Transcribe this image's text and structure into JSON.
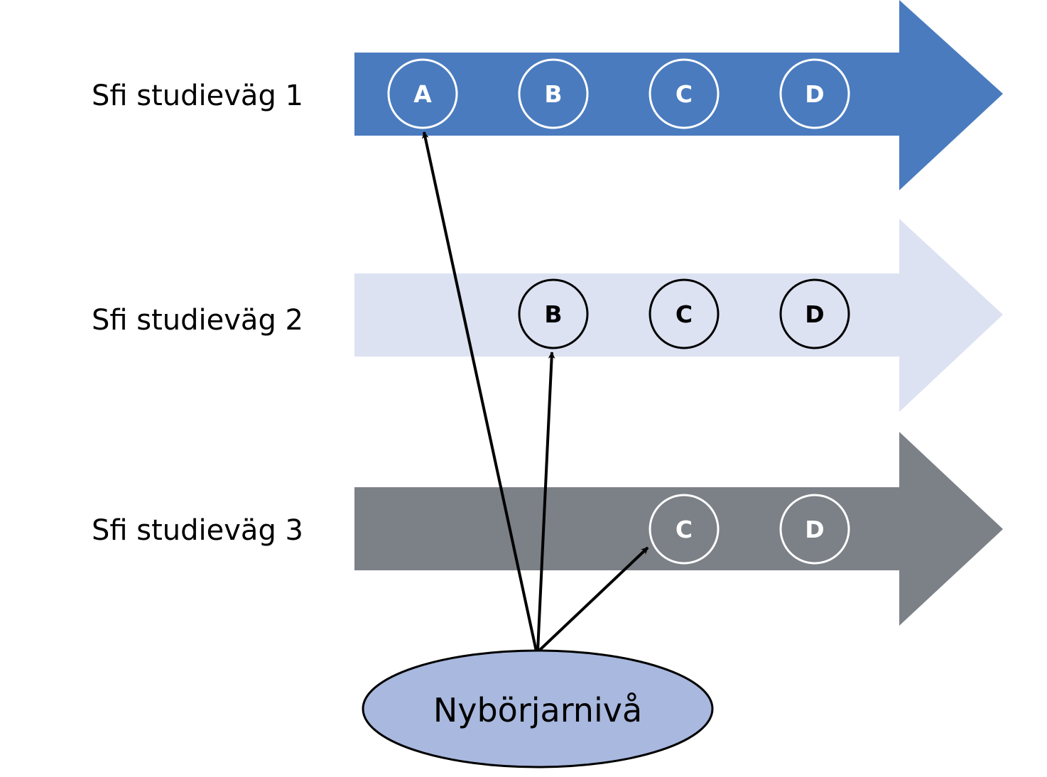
{
  "paths": [
    {
      "label": "Sfi studieväg 1",
      "fill": "#4A7BBF",
      "circle_stroke": "#ffffff",
      "letter_color": "#ffffff",
      "levels": [
        "A",
        "B",
        "C",
        "D"
      ]
    },
    {
      "label": "Sfi studieväg 2",
      "fill": "#DCE2F2",
      "circle_stroke": "#000000",
      "letter_color": "#000000",
      "levels": [
        "B",
        "C",
        "D"
      ]
    },
    {
      "label": "Sfi studieväg 3",
      "fill": "#7C8087",
      "circle_stroke": "#ffffff",
      "letter_color": "#ffffff",
      "levels": [
        "C",
        "D"
      ]
    }
  ],
  "start": {
    "label": "Nybörjarnivå",
    "fill": "#A8B8DE",
    "stroke": "#000000"
  },
  "connections": [
    {
      "from": "Nybörjarnivå",
      "to_path": 1,
      "to_level": "A"
    },
    {
      "from": "Nybörjarnivå",
      "to_path": 2,
      "to_level": "B"
    },
    {
      "from": "Nybörjarnivå",
      "to_path": 3,
      "to_level": "C"
    }
  ]
}
